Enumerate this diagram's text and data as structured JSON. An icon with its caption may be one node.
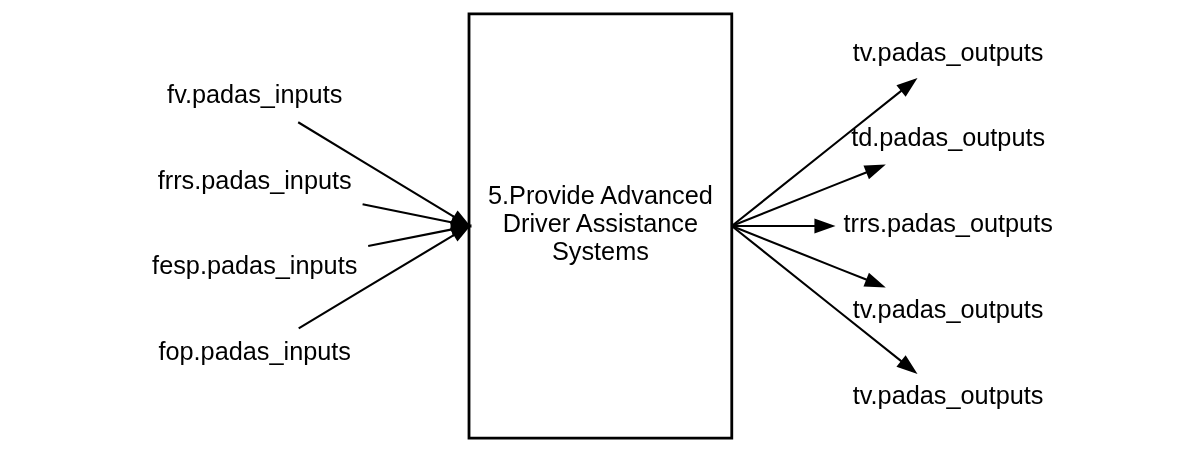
{
  "diagram": {
    "nodes": [
      {
        "text": [
          "5.Provide Advanced Driver Assistance Systems"
        ]
      },
      {
        "text": [
          "fv.padas_inputs"
        ]
      },
      {
        "text": [
          "frrs.padas_inputs"
        ]
      },
      {
        "text": [
          "fesp.padas_inputs"
        ]
      },
      {
        "text": [
          "fop.padas_inputs"
        ]
      },
      {
        "text": [
          "tv.padas_outputs"
        ]
      },
      {
        "text": [
          "td.padas_outputs"
        ]
      },
      {
        "text": [
          "trrs.padas_outputs"
        ]
      },
      {
        "text": [
          "tv.padas_outputs"
        ]
      },
      {
        "text": [
          "tv.padas_outputs"
        ]
      }
    ],
    "edges": [
      {
        "from": 1,
        "to": 0,
        "arrow": "to"
      },
      {
        "from": 2,
        "to": 0,
        "arrow": "to"
      },
      {
        "from": 3,
        "to": 0,
        "arrow": "to"
      },
      {
        "from": 4,
        "to": 0,
        "arrow": "to"
      },
      {
        "from": 0,
        "to": 5,
        "arrow": "to"
      },
      {
        "from": 0,
        "to": 6,
        "arrow": "to"
      },
      {
        "from": 0,
        "to": 7,
        "arrow": "to"
      },
      {
        "from": 0,
        "to": 8,
        "arrow": "to"
      },
      {
        "from": 0,
        "to": 9,
        "arrow": "to"
      }
    ]
  }
}
